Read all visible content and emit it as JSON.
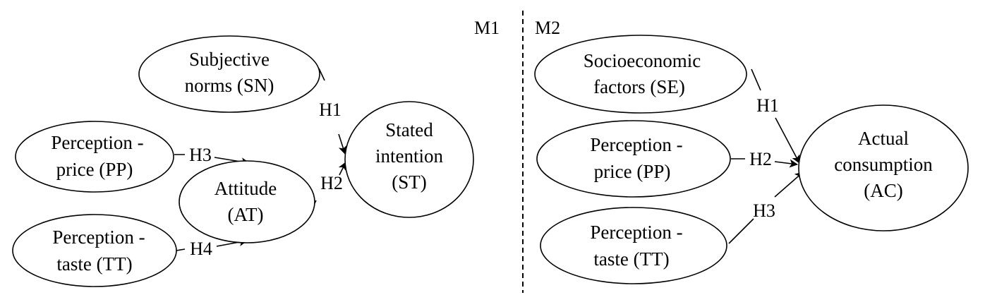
{
  "panels": {
    "m1": "M1",
    "m2": "M2"
  },
  "m1": {
    "nodes": {
      "sn": [
        "Subjective",
        "norms (SN)"
      ],
      "pp": [
        "Perception -",
        "price (PP)"
      ],
      "at": [
        "Attitude",
        "(AT)"
      ],
      "tt": [
        "Perception -",
        "taste (TT)"
      ],
      "st": [
        "Stated",
        "intention",
        "(ST)"
      ]
    },
    "edges": {
      "sn_st": "H1",
      "at_st": "H2",
      "pp_at": "H3",
      "tt_at": "H4"
    }
  },
  "m2": {
    "nodes": {
      "se": [
        "Socioeconomic",
        "factors (SE)"
      ],
      "pp": [
        "Perception -",
        "price (PP)"
      ],
      "tt": [
        "Perception -",
        "taste (TT)"
      ],
      "ac": [
        "Actual",
        "consumption",
        "(AC)"
      ]
    },
    "edges": {
      "se_ac": "H1",
      "pp_ac": "H2",
      "tt_ac": "H3"
    }
  }
}
